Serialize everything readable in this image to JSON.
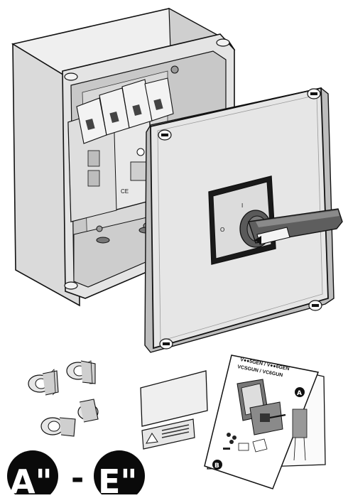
{
  "illustration": {
    "enclosure_mark": "CE",
    "switch_off_label": "O",
    "switch_on_label": "I",
    "manual": {
      "title_line1": "V●●5GEN / V●●6GEN",
      "title_line2": "VCSGUN / VC6GUN",
      "badge_a": "A",
      "badge_b": "B"
    },
    "model_badge_left": "A\"",
    "model_badge_separator": "-",
    "model_badge_right": "E\""
  },
  "colors": {
    "outline": "#111111",
    "enclosure_fill": "#e6e6e6",
    "enclosure_dark": "#bdbdbd",
    "handle_bar": "#5e5e5e",
    "badge_fill": "#0a0a0a"
  }
}
